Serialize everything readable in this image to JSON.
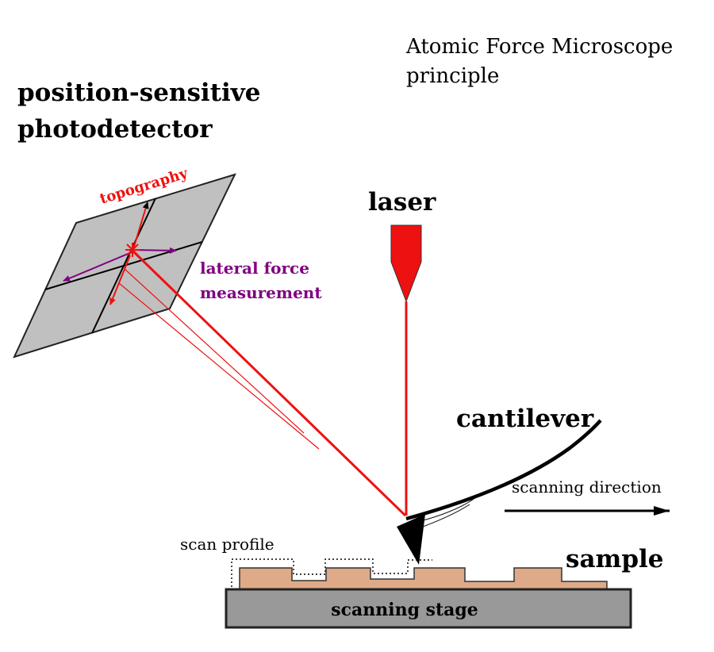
{
  "title": {
    "line1": "Atomic Force Microscope",
    "line2": "principle"
  },
  "labels": {
    "photodetector_line1": "position-sensitive",
    "photodetector_line2": "photodetector",
    "topography": "topography",
    "lateral_line1": "lateral force",
    "lateral_line2": "measurement",
    "laser": "laser",
    "cantilever": "cantilever",
    "scanning_direction": "scanning direction",
    "scan_profile": "scan profile",
    "sample": "sample",
    "scanning_stage": "scanning stage"
  },
  "colors": {
    "laser_beam": "#ee1111",
    "laser_head": "#ee1111",
    "lateral": "#800080",
    "detector_fill": "#c0c0c0",
    "sample_fill": "#deaa87",
    "stage_fill": "#999999",
    "ink": "#000000"
  }
}
